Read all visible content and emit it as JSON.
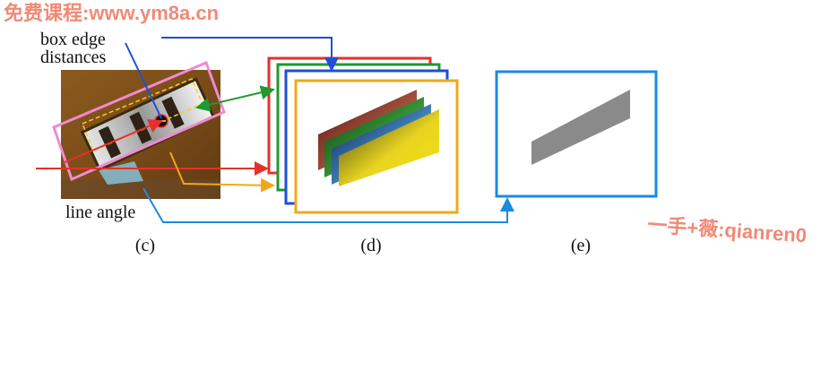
{
  "annotations": {
    "box_edge_line1": "box edge",
    "box_edge_line2": "distances",
    "line_angle": "line angle"
  },
  "panels": {
    "c": "(c)",
    "d": "(d)",
    "e": "(e)"
  },
  "watermarks": {
    "top": "免费课程:www.ym8a.cn",
    "right": "一手+薇:qianren0"
  },
  "colors": {
    "red": "#e8302a",
    "green": "#1e9a2e",
    "blue": "#1f4fd8",
    "orange": "#f0a818",
    "cyan_blue": "#1a8be0",
    "pink": "#f08ad0",
    "output_shape": "#8a8a8a",
    "watermark": "#f08a76"
  },
  "icons": {
    "source_image": "doorway-photo",
    "feature_stack": "rgb-feature-planes",
    "output_mask": "parallelogram-mask"
  }
}
